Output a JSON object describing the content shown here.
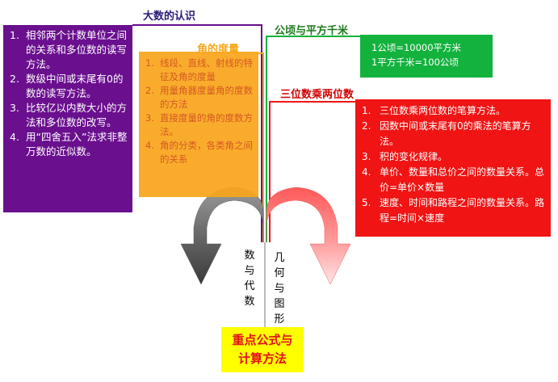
{
  "colors": {
    "purple": "#6a0f8e",
    "orange": "#f9a61a",
    "green": "#13b23d",
    "red": "#f01414",
    "yellow": "#ffff00"
  },
  "big_numbers": {
    "title": "大数的认识",
    "items": [
      {
        "num": "1.",
        "text": "相邻两个计数单位之间的关系和多位数的读写方法。"
      },
      {
        "num": "2.",
        "text": "数级中间或末尾有0的数的读写方法。"
      },
      {
        "num": "3.",
        "text": "比较亿以内数大小的方法和多位数的改写。"
      },
      {
        "num": "4.",
        "text": "用“四舍五入”法求非整万数的近似数。"
      }
    ]
  },
  "angle": {
    "title": "角的度量",
    "items": [
      {
        "num": "1.",
        "text": "线段、直线、射线的特征及角的度量"
      },
      {
        "num": "2.",
        "text": "用量角器度量角的度数的方法"
      },
      {
        "num": "3.",
        "text": "直接度量的角的度数方法。"
      },
      {
        "num": "4.",
        "text": "角的分类，各类角之间的关系"
      }
    ]
  },
  "area": {
    "title": "公顷与平方千米",
    "lines": [
      "1公顷=10000平方米",
      "1平方千米=100公顷"
    ]
  },
  "multiply": {
    "title": "三位数乘两位数",
    "items": [
      {
        "num": "1.",
        "text": "三位数乘两位数的笔算方法。"
      },
      {
        "num": "2.",
        "text": "因数中间或末尾有0的乘法的笔算方法。"
      },
      {
        "num": "3.",
        "text": "积的变化规律。"
      },
      {
        "num": "4.",
        "text": "单价、数量和总价之间的数量关系。总价=单价×数量"
      },
      {
        "num": "5.",
        "text": "速度、时间和路程之间的数量关系。路程=时间×速度"
      }
    ]
  },
  "branches": {
    "left": "数与代数",
    "right": "几何与图形"
  },
  "center": {
    "line1": "重点公式与",
    "line2": "计算方法"
  }
}
